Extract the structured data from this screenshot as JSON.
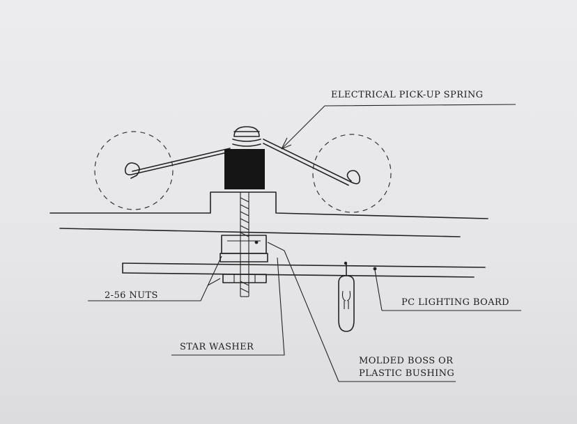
{
  "labels": {
    "spring": "ELECTRICAL PICK-UP SPRING",
    "nuts": "2-56 NUTS",
    "pc_board": "PC LIGHTING BOARD",
    "star_washer": "STAR WASHER",
    "boss_line1": "MOLDED BOSS OR",
    "boss_line2": "PLASTIC BUSHING"
  },
  "colors": {
    "ink": "#222222",
    "paper": "#e9e9ea",
    "solid_block": "#151515"
  }
}
